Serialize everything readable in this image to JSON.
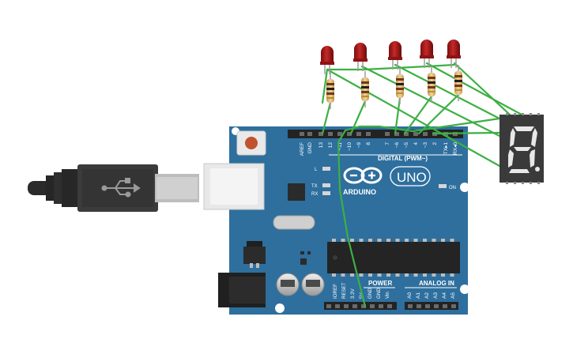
{
  "board": {
    "brand": "ARDUINO",
    "model": "UNO",
    "digital_header": "DIGITAL (PWM~)",
    "power_header": "POWER",
    "analog_header": "ANALOG IN",
    "on_label": "ON",
    "led_l": "L",
    "led_tx": "TX",
    "led_rx": "RX",
    "digital_pins": [
      "AREF",
      "GND",
      "13",
      "12",
      "~11",
      "~10",
      "~9",
      "8",
      "7",
      "~6",
      "~5",
      "4",
      "~3",
      "2",
      "TX▸1",
      "RX◂0"
    ],
    "power_pins": [
      "IOREF",
      "RESET",
      "3.3V",
      "5V",
      "GND",
      "GND",
      "Vin"
    ],
    "analog_pins": [
      "A0",
      "A1",
      "A2",
      "A3",
      "A4",
      "A5"
    ]
  },
  "display": {
    "digit": "0"
  },
  "colors": {
    "board": "#2e6f9e",
    "wire": "#3cb043",
    "led": "#b71c1c",
    "display_body": "#3a3a3a",
    "segment_on": "#e8e8e8",
    "resistor": "#e8c383"
  }
}
